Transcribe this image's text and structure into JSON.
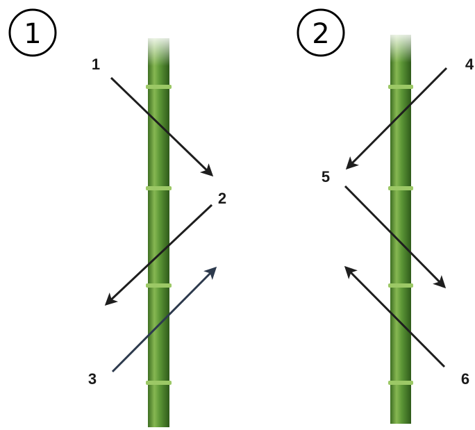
{
  "panels": [
    {
      "number": "1",
      "steps": [
        {
          "label": "1",
          "arrow_color": "#1e1e1e"
        },
        {
          "label": "2",
          "arrow_color": "#1e1e1e"
        },
        {
          "label": "3",
          "arrow_color": "#2d3a4d"
        }
      ]
    },
    {
      "number": "2",
      "steps": [
        {
          "label": "4",
          "arrow_color": "#1e1e1e"
        },
        {
          "label": "5",
          "arrow_color": "#1e1e1e"
        },
        {
          "label": "6",
          "arrow_color": "#1e1e1e"
        }
      ]
    }
  ],
  "colors": {
    "bamboo_light": "#7fae4c",
    "bamboo_mid": "#4f8a2f",
    "bamboo_dark": "#2f5e1c",
    "node_color": "#8dbf5b"
  }
}
